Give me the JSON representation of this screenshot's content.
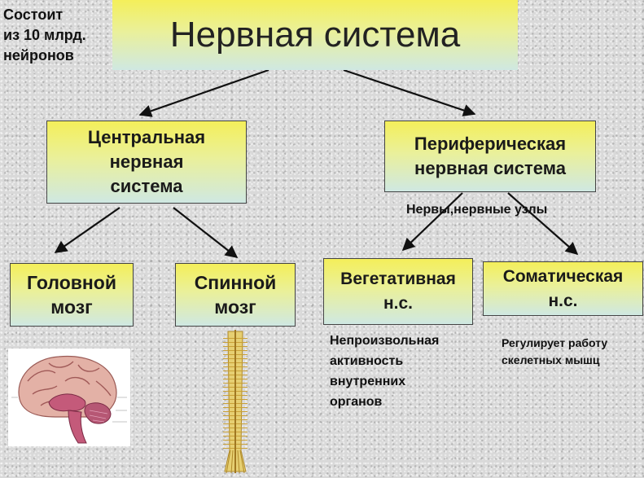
{
  "title": "Нервная система",
  "neurons_note": [
    "Состоит",
    "из 10 млрд.",
    "нейронов"
  ],
  "central": [
    "Центральная",
    "нервная",
    "система"
  ],
  "peripheral": [
    "Периферическая",
    "нервная система"
  ],
  "nerves_note": "Нервы,нервные узлы",
  "brain": [
    "Головной",
    "мозг"
  ],
  "spinal": [
    "Спинной",
    "мозг"
  ],
  "vegetative": [
    "Вегетативная",
    "н.с."
  ],
  "somatic": [
    "Соматическая",
    "н.с."
  ],
  "vegetative_note": [
    "Непроизвольная",
    "активность",
    "внутренних",
    "органов"
  ],
  "somatic_note": [
    "Регулирует работу",
    "скелетных мышц"
  ]
}
